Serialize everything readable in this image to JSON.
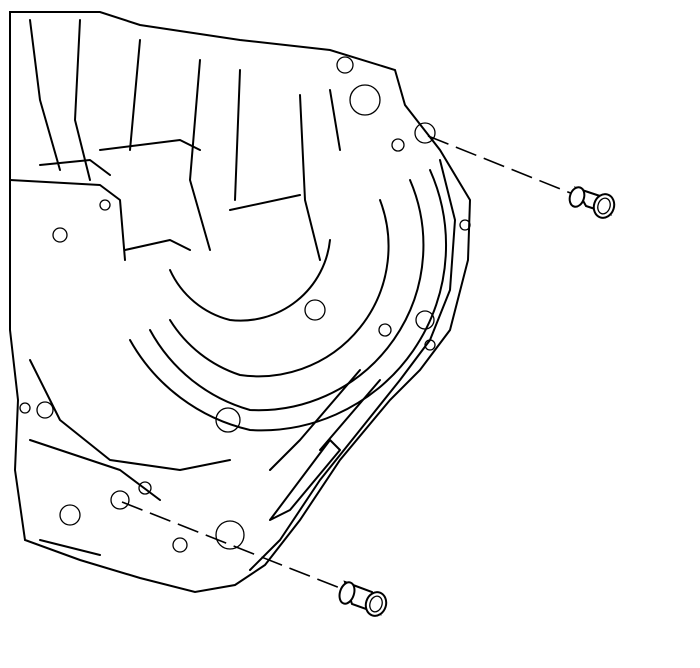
{
  "diagram": {
    "subject": "engine-block-with-dowel-pins",
    "colors": {
      "line": "#000000",
      "background": "#ffffff"
    },
    "parts": [
      {
        "id": "upper-dowel-pin"
      },
      {
        "id": "lower-dowel-pin"
      }
    ]
  }
}
